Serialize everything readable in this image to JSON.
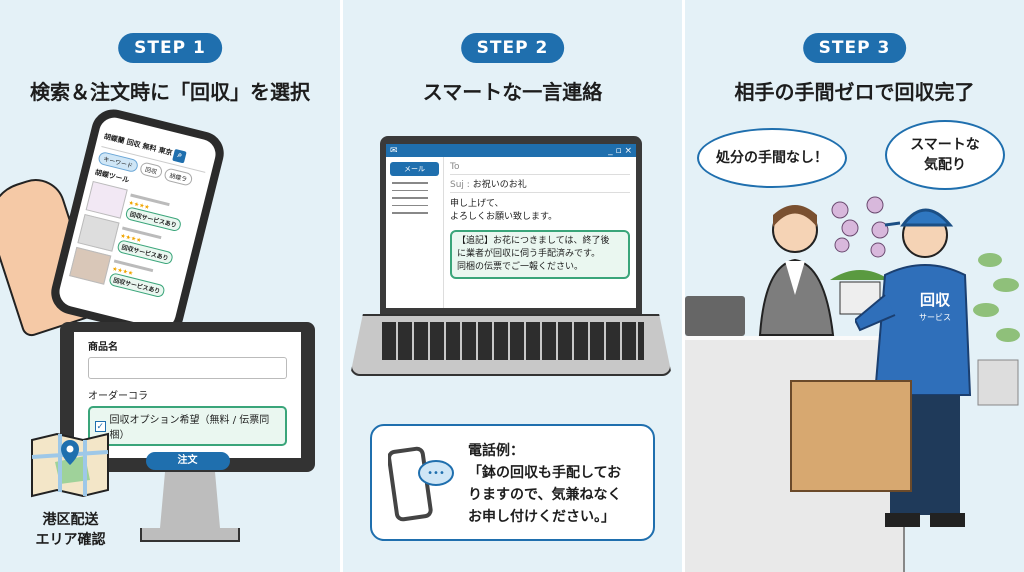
{
  "steps": [
    {
      "badge": "STEP 1",
      "title": "検索＆注文時に「回収」を選択"
    },
    {
      "badge": "STEP 2",
      "title": "スマートな一言連絡"
    },
    {
      "badge": "STEP 3",
      "title": "相手の手間ゼロで回収完了"
    }
  ],
  "phone": {
    "search": "胡蝶蘭 回収 無料 東京",
    "chips": [
      "キーワード",
      "回収",
      "胡蝶ラ"
    ],
    "section": "胡蝶ツール",
    "service_tag": "回収サービスあり"
  },
  "form": {
    "product_label": "商品名",
    "comment_label": "オーダーコラ",
    "option": "回収オプション希望（無料 / 伝票同梱）",
    "order_button": "注文"
  },
  "map_label": [
    "港区配送",
    "エリア確認"
  ],
  "email": {
    "app_button": "メール",
    "to_label": "To",
    "subject_label": "Suj :",
    "subject": "お祝いのお礼",
    "body": [
      "申し上げて、",
      "よろしくお願い致します。"
    ],
    "note": [
      "【追記】お花につきましては、終了後",
      "に業者が回収に伺う手配済みです。",
      "同梱の伝票でご一報ください。"
    ],
    "controls": "_ ▫ ×"
  },
  "phone_call": {
    "label": "電話例：",
    "lines": [
      "「鉢の回収も手配してお",
      "りますので、気兼ねなく",
      "お申し付けください。」"
    ]
  },
  "step3": {
    "bubble_left": "処分の手間なし！",
    "bubble_right": [
      "スマートな",
      "気配り"
    ],
    "jacket": "回収",
    "jacket_sub": "サービス"
  }
}
